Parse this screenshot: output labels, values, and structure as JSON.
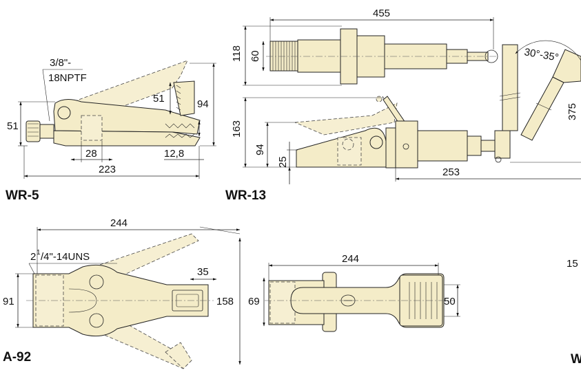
{
  "wr5": {
    "title": "WR-5",
    "port_line1": "3/8\"-",
    "port_line2": "18NPTF",
    "dim_51_left": "51",
    "dim_51_tip": "51",
    "dim_94": "94",
    "dim_28": "28",
    "dim_12_8": "12,8",
    "dim_223": "223"
  },
  "wr13": {
    "title": "WR-13",
    "dim_455": "455",
    "dim_118": "118",
    "dim_60": "60",
    "dim_163": "163",
    "dim_94": "94",
    "dim_25": "25",
    "dim_253": "253",
    "dim_375": "375",
    "angle": "30°-35°"
  },
  "a92": {
    "title": "A-92",
    "dim_244": "244",
    "thread_base": "2",
    "thread_sup": "1",
    "thread_rest": "/4\"-14UNS",
    "dim_35": "35",
    "dim_91": "91",
    "dim_158": "158"
  },
  "pedal": {
    "dim_244": "244",
    "dim_69": "69",
    "dim_50": "50"
  },
  "cut": {
    "text_15": "15",
    "text_w": "W"
  }
}
